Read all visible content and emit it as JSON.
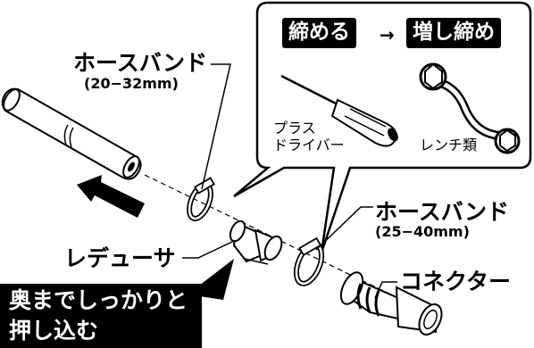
{
  "labels": {
    "hose_band_1": "ホースバンド",
    "hose_band_1_range": "(20−32mm)",
    "hose_band_2": "ホースバンド",
    "hose_band_2_range": "(25−40mm)",
    "reducer": "レデューサ",
    "connector": "コネクター"
  },
  "tools": {
    "tighten": "締める",
    "arrow": "→",
    "retighten": "増し締め",
    "screwdriver_line1": "プラス",
    "screwdriver_line2": "ドライバー",
    "wrench": "レンチ類"
  },
  "callout": {
    "line1": "奥までしっかりと",
    "line2": "押し込む"
  },
  "icons": [
    "push-arrow-icon",
    "screwdriver-icon",
    "wrench-icon"
  ],
  "colors": {
    "ink": "#000000",
    "paper": "#ffffff",
    "shade": "#e6e6e6"
  }
}
